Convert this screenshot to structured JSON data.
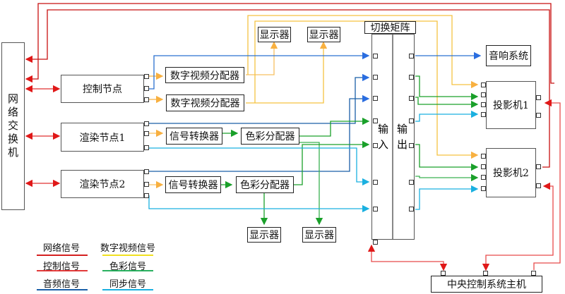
{
  "colors": {
    "network": "#d42020",
    "control": "#e23a3a",
    "audio": "#1a5fa8",
    "digital_video": "#f5c242",
    "color": "#1aa02a",
    "sync": "#1ab0e0",
    "video_arrow": "#f8b040"
  },
  "nodes": {
    "network_switch": "网络交换机",
    "control_node": "控制节点",
    "render_node_1": "渲染节点1",
    "render_node_2": "渲染节点2",
    "dv_distributor_1": "数字视频分配器",
    "dv_distributor_2": "数字视频分配器",
    "display_top_1": "显示器",
    "display_top_2": "显示器",
    "signal_converter_1": "信号转换器",
    "signal_converter_2": "信号转换器",
    "color_distributor_1": "色彩分配器",
    "color_distributor_2": "色彩分配器",
    "display_bottom_1": "显示器",
    "display_bottom_2": "显示器",
    "switch_matrix": "切换矩阵",
    "matrix_input": "输入",
    "matrix_output": "输出",
    "audio_system": "音响系统",
    "projector_1": "投影机1",
    "projector_2": "投影机2",
    "central_control_host": "中央控制系统主机"
  },
  "legend": [
    {
      "label": "网络信号",
      "color": "#d42020"
    },
    {
      "label": "数字视频信号",
      "color": "#f0e020"
    },
    {
      "label": "控制信号",
      "color": "#e23a3a"
    },
    {
      "label": "色彩信号",
      "color": "#2ab060"
    },
    {
      "label": "音频信号",
      "color": "#1a5fa8"
    },
    {
      "label": "同步信号",
      "color": "#1ab0e0"
    }
  ]
}
